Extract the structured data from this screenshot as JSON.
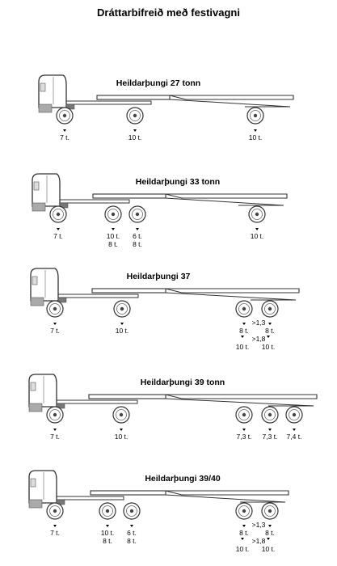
{
  "title": "Dráttarbifreið með festivagni",
  "vehicles": [
    {
      "label": "Heildarþungi 27 tonn",
      "axle_loads": [
        {
          "group": "tractor-front",
          "lines": [
            "7 t."
          ]
        },
        {
          "group": "tractor-drive",
          "lines": [
            "10 t."
          ]
        },
        {
          "group": "trailer",
          "lines": [
            "10 t."
          ]
        }
      ]
    },
    {
      "label": "Heildarþungi 33 tonn",
      "axle_loads": [
        {
          "group": "tractor-front",
          "lines": [
            "7 t."
          ]
        },
        {
          "group": "tractor-drive-1",
          "lines": [
            "10 t.",
            "8 t."
          ]
        },
        {
          "group": "tractor-drive-2",
          "lines": [
            "6 t.",
            "8 t."
          ]
        },
        {
          "group": "trailer",
          "lines": [
            "10 t."
          ]
        }
      ]
    },
    {
      "label": "Heildarþungi 37",
      "axle_loads": [
        {
          "group": "tractor-front",
          "lines": [
            "7 t."
          ]
        },
        {
          "group": "tractor-drive",
          "lines": [
            "10 t."
          ]
        },
        {
          "group": "trailer-tandem",
          "spacing_1": ">1,3",
          "lines_1": [
            "8 t.",
            "8 t."
          ],
          "spacing_2": ">1,8",
          "lines_2": [
            "10 t.",
            "10 t."
          ]
        }
      ]
    },
    {
      "label": "Heildarþungi 39 tonn",
      "axle_loads": [
        {
          "group": "tractor-front",
          "lines": [
            "7 t."
          ]
        },
        {
          "group": "tractor-drive",
          "lines": [
            "10 t."
          ]
        },
        {
          "group": "trailer-1",
          "lines": [
            "7,3 t."
          ]
        },
        {
          "group": "trailer-2",
          "lines": [
            "7,3 t."
          ]
        },
        {
          "group": "trailer-3",
          "lines": [
            "7,4 t."
          ]
        }
      ]
    },
    {
      "label": "Heildarþungi 39/40",
      "axle_loads": [
        {
          "group": "tractor-front",
          "lines": [
            "7 t."
          ]
        },
        {
          "group": "tractor-drive-1",
          "lines": [
            "10 t.",
            "8 t."
          ]
        },
        {
          "group": "tractor-drive-2",
          "lines": [
            "6 t.",
            "8 t."
          ]
        },
        {
          "group": "trailer-tandem",
          "spacing_1": ">1,3",
          "lines_1": [
            "8 t.",
            "8 t."
          ],
          "spacing_2": ">1,8",
          "lines_2": [
            "10 t.",
            "10 t."
          ]
        }
      ]
    }
  ]
}
